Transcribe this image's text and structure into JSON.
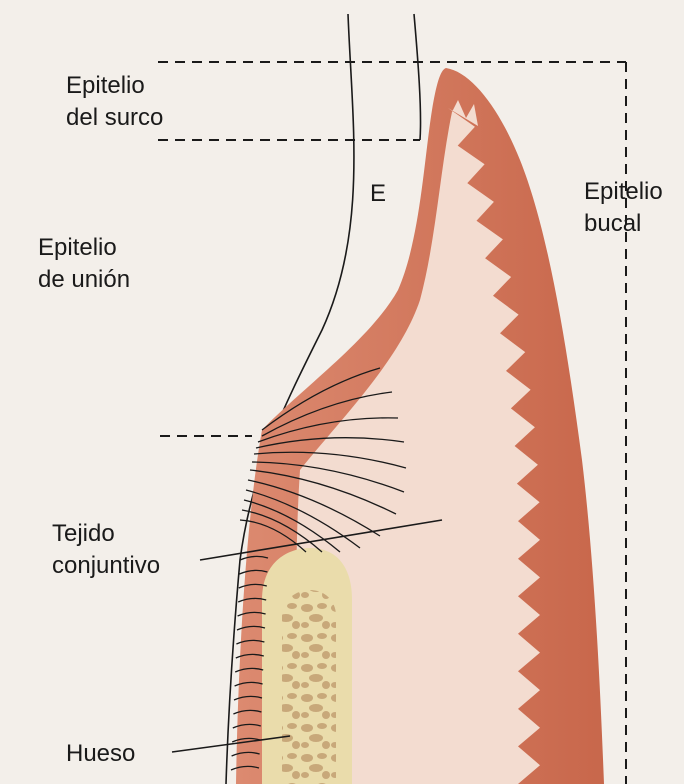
{
  "labels": {
    "sulcular": [
      "Epitelio",
      "del surco"
    ],
    "oral": [
      "Epitelio",
      "bucal"
    ],
    "junctional": [
      "Epitelio",
      "de unión"
    ],
    "enamel": "E",
    "connective": [
      "Tejido",
      "conjuntivo"
    ],
    "bone": "Hueso"
  },
  "colors": {
    "background": "#f3efea",
    "epithelium_dark": "#c8674b",
    "epithelium_light": "#e8a48b",
    "connective_tissue": "#f3dcd0",
    "bone_outer": "#eadcab",
    "bone_inner": "#c8a87a",
    "lines": "#1a1a1a"
  }
}
